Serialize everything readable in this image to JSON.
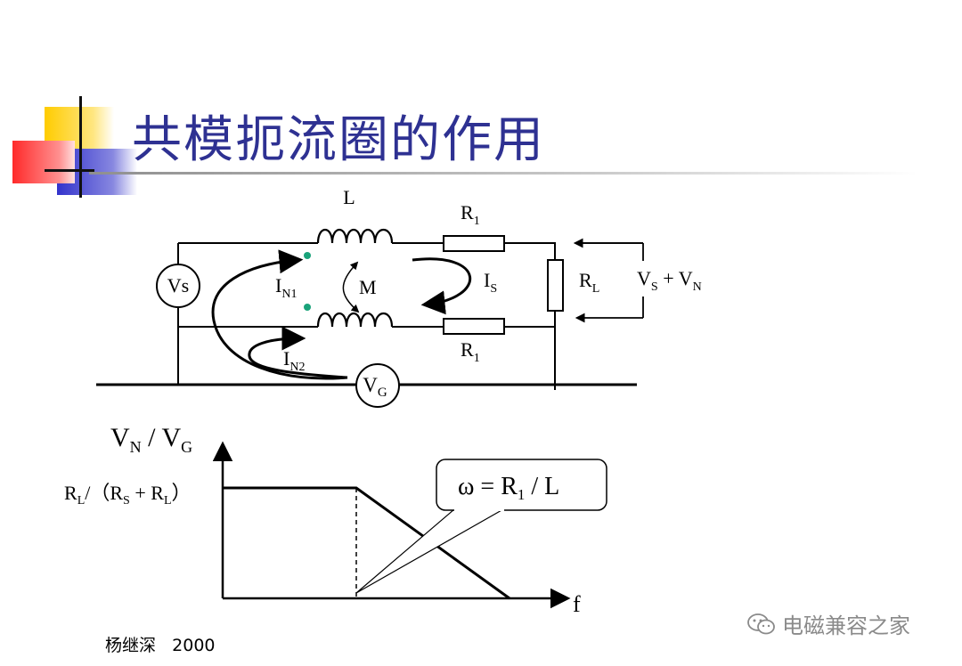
{
  "title": "共模扼流圈的作用",
  "circuit": {
    "inductor_label": "L",
    "r1_top_label": "R",
    "r1_top_sub": "1",
    "r1_bottom_label": "R",
    "r1_bottom_sub": "1",
    "source_vs_label": "Vs",
    "rl_label": "R",
    "rl_sub": "L",
    "out_voltage": {
      "v1": "V",
      "s1": "S",
      "plus": " + V",
      "s2": "N"
    },
    "mutual_label": "M",
    "is_label": "I",
    "is_sub": "S",
    "in1_label": "I",
    "in1_sub": "N1",
    "in2_label": "I",
    "in2_sub": "N2",
    "vg_label": "V",
    "vg_sub": "G"
  },
  "plot": {
    "ylabel": {
      "v1": "V",
      "s1": "N",
      "mid": " / V",
      "s2": "G"
    },
    "level_label": {
      "a": "R",
      "as": "L",
      "b": "/（R",
      "bs": "S",
      "c": " + R",
      "cs": "L",
      "d": "）"
    },
    "xlabel": "f",
    "callout": {
      "a": "ω = R",
      "as": "1",
      "b": " / L"
    }
  },
  "footer": {
    "author": "杨继深",
    "year": "2000"
  },
  "watermark": {
    "text": "电磁兼容之家",
    "icon": "wechat-icon"
  },
  "colors": {
    "title": "#2e3192",
    "dot": "#1aa37a",
    "yellow": "#ffcc00",
    "red": "#ff3333",
    "blue": "#3333cc"
  }
}
